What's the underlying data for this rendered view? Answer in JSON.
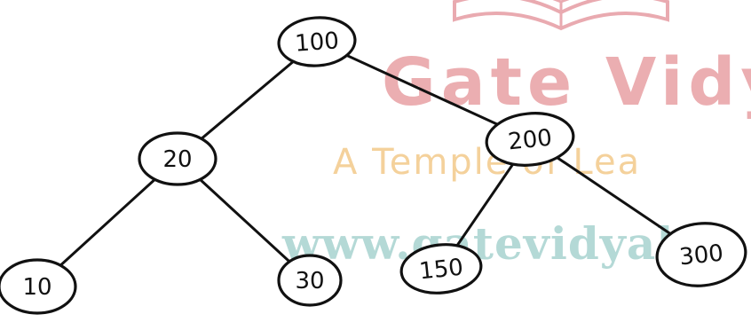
{
  "watermark": {
    "brand": "Gate Vidyal",
    "tagline": "A Temple of Lea",
    "site": "www.gatevidyal",
    "brand_color": "#e8a0a4",
    "tagline_color": "#f3c98a",
    "site_color": "#a8d3d0",
    "logo_icon": "open-book-icon"
  },
  "tree": {
    "nodes": [
      {
        "id": "n100",
        "label": "100"
      },
      {
        "id": "n20",
        "label": "20"
      },
      {
        "id": "n200",
        "label": "200"
      },
      {
        "id": "n10",
        "label": "10"
      },
      {
        "id": "n30",
        "label": "30"
      },
      {
        "id": "n150",
        "label": "150"
      },
      {
        "id": "n300",
        "label": "300"
      }
    ],
    "edges": [
      {
        "from": "n100",
        "to": "n20"
      },
      {
        "from": "n100",
        "to": "n200"
      },
      {
        "from": "n20",
        "to": "n10"
      },
      {
        "from": "n20",
        "to": "n30"
      },
      {
        "from": "n200",
        "to": "n150"
      },
      {
        "from": "n200",
        "to": "n300"
      }
    ]
  }
}
